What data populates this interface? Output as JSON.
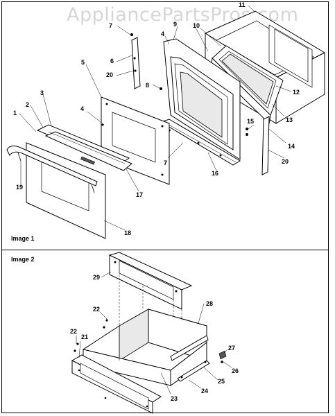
{
  "watermark": "AppliancePartsPros.com",
  "image1": {
    "label": "Image 1",
    "callouts": [
      "1",
      "2",
      "3",
      "4",
      "5",
      "6",
      "7",
      "8",
      "9",
      "10",
      "11",
      "12",
      "13",
      "14",
      "15",
      "16",
      "17",
      "18",
      "19",
      "20"
    ]
  },
  "image2": {
    "label": "Image 2",
    "callouts": [
      "21",
      "22",
      "23",
      "24",
      "25",
      "26",
      "27",
      "28",
      "29"
    ]
  },
  "extra_callouts": {
    "c4b": "4",
    "c7b": "7",
    "c20b": "20",
    "c22b": "22"
  }
}
